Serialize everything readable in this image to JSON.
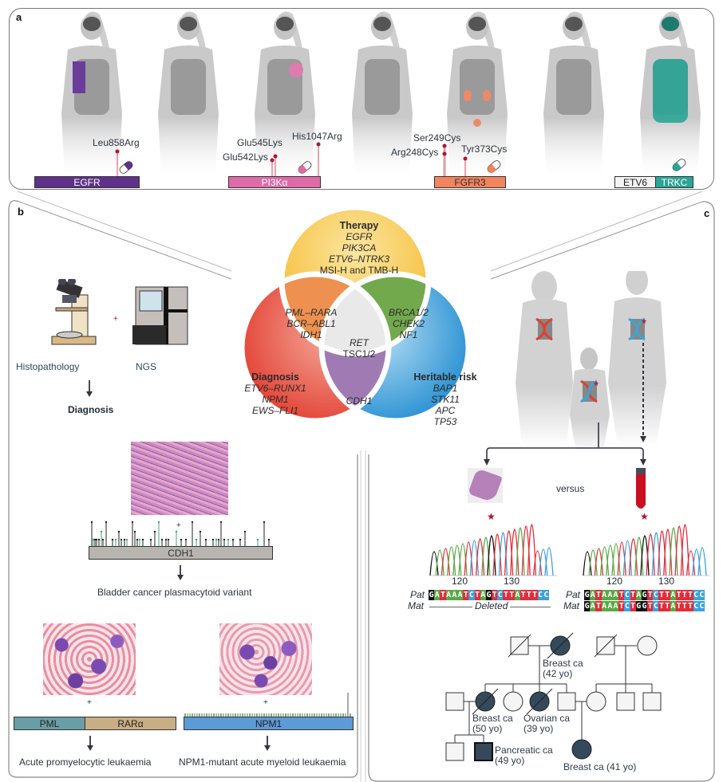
{
  "panel_a": {
    "label": "a",
    "figures": [
      {
        "highlight_organ": "lung",
        "color": "#6a3d9a"
      },
      {
        "highlight_organ": "none",
        "color": "#888888"
      },
      {
        "highlight_organ": "breast",
        "color": "#e07bb0"
      },
      {
        "highlight_organ": "none",
        "color": "#888888"
      },
      {
        "highlight_organ": "bladder/kidney",
        "color": "#f08a66"
      },
      {
        "highlight_organ": "none",
        "color": "#888888"
      },
      {
        "highlight_organ": "multiple",
        "color": "#2aa596"
      }
    ],
    "genes": [
      {
        "name": "EGFR",
        "color": "#5e3288",
        "mutations": [
          "Leu858Arg"
        ]
      },
      {
        "name": "PI3Kα",
        "color": "#de6aa8",
        "mutations": [
          "Glu545Lys",
          "Glu542Lys",
          "His1047Arg"
        ]
      },
      {
        "name": "FGFR3",
        "color": "#f2845e",
        "mutations": [
          "Ser249Cys",
          "Arg248Cys",
          "Tyr373Cys"
        ]
      },
      {
        "name_left": "ETV6",
        "name_right": "TRKC",
        "color_left": "#f3f3f3",
        "color_right": "#2aa596"
      }
    ]
  },
  "venn": {
    "therapy": {
      "title": "Therapy",
      "items": [
        "EGFR",
        "PIK3CA",
        "ETV6–NTRK3"
      ],
      "extra": "MSI-H and TMB-H",
      "color": "#f7c44a"
    },
    "diagnosis": {
      "title": "Diagnosis",
      "items": [
        "ETV6–RUNX1",
        "NPM1",
        "EWS–FLI1"
      ],
      "color": "#ec5a45"
    },
    "heritable": {
      "title": "Heritable risk",
      "items": [
        "BAP1",
        "STK11",
        "APC",
        "TP53"
      ],
      "color": "#3aa1df"
    },
    "therapy_diagnosis": {
      "items": [
        "PML–RARA",
        "BCR–ABL1",
        "IDH1"
      ],
      "color": "#ee9150"
    },
    "therapy_heritable": {
      "items": [
        "BRCA1/2",
        "CHEK2",
        "NF1"
      ],
      "color": "#6fa84a"
    },
    "diagnosis_heritable": {
      "items": [
        "CDH1"
      ],
      "color": "#9a72ae"
    },
    "center": {
      "items": [
        "RET",
        "TSC1/2"
      ],
      "color": "#e6e6e6"
    }
  },
  "panel_b": {
    "label": "b",
    "histopathology_label": "Histopathology",
    "ngs_label": "NGS",
    "plus": "+",
    "diagnosis_label": "Diagnosis",
    "cdh1_gene": "CDH1",
    "cdh1_result": "Bladder cancer plasmacytoid variant",
    "pml_label": "PML",
    "rara_label": "RARα",
    "npm1_gene": "NPM1",
    "apl_result": "Acute promyelocytic leukaemia",
    "aml_result": "NPM1-mutant acute myeloid leukaemia"
  },
  "panel_c": {
    "label": "c",
    "versus": "versus",
    "axis_ticks": [
      "120",
      "130"
    ],
    "pat_label": "Pat",
    "mat_label": "Mat",
    "deleted_label": "Deleted",
    "pat_seq": "GATAAATCTAGTCTTATTTCC",
    "mat_seq": "GATAAATCTGGTCTTATTTCC",
    "base_colors": {
      "A": "#5aa843",
      "T": "#e32c3a",
      "C": "#3aa1df",
      "G": "#111111"
    },
    "pedigree": {
      "gen1": [
        {
          "sex": "male",
          "affected": false,
          "deceased": true
        },
        {
          "sex": "female",
          "affected": true,
          "deceased": true,
          "label": "Breast ca",
          "age": "(42 yo)"
        },
        {
          "sex": "male",
          "affected": false,
          "deceased": true
        },
        {
          "sex": "female",
          "affected": false,
          "deceased": false
        }
      ],
      "gen2": [
        {
          "sex": "male",
          "affected": false
        },
        {
          "sex": "female",
          "affected": true,
          "deceased": true,
          "label": "Breast ca",
          "age": "(50 yo)"
        },
        {
          "sex": "female",
          "affected": false
        },
        {
          "sex": "female",
          "affected": true,
          "deceased": true,
          "label": "Ovarian ca",
          "age": "(39 yo)"
        },
        {
          "sex": "male",
          "affected": false
        },
        {
          "sex": "female",
          "affected": false
        },
        {
          "sex": "male",
          "affected": false
        },
        {
          "sex": "male",
          "affected": false
        }
      ],
      "gen3": [
        {
          "sex": "male",
          "affected": false
        },
        {
          "sex": "male",
          "affected": true,
          "label": "Pancreatic ca",
          "age": "(49 yo)"
        },
        {
          "sex": "female",
          "affected": true,
          "label": "Breast ca (41 yo)"
        }
      ]
    }
  }
}
